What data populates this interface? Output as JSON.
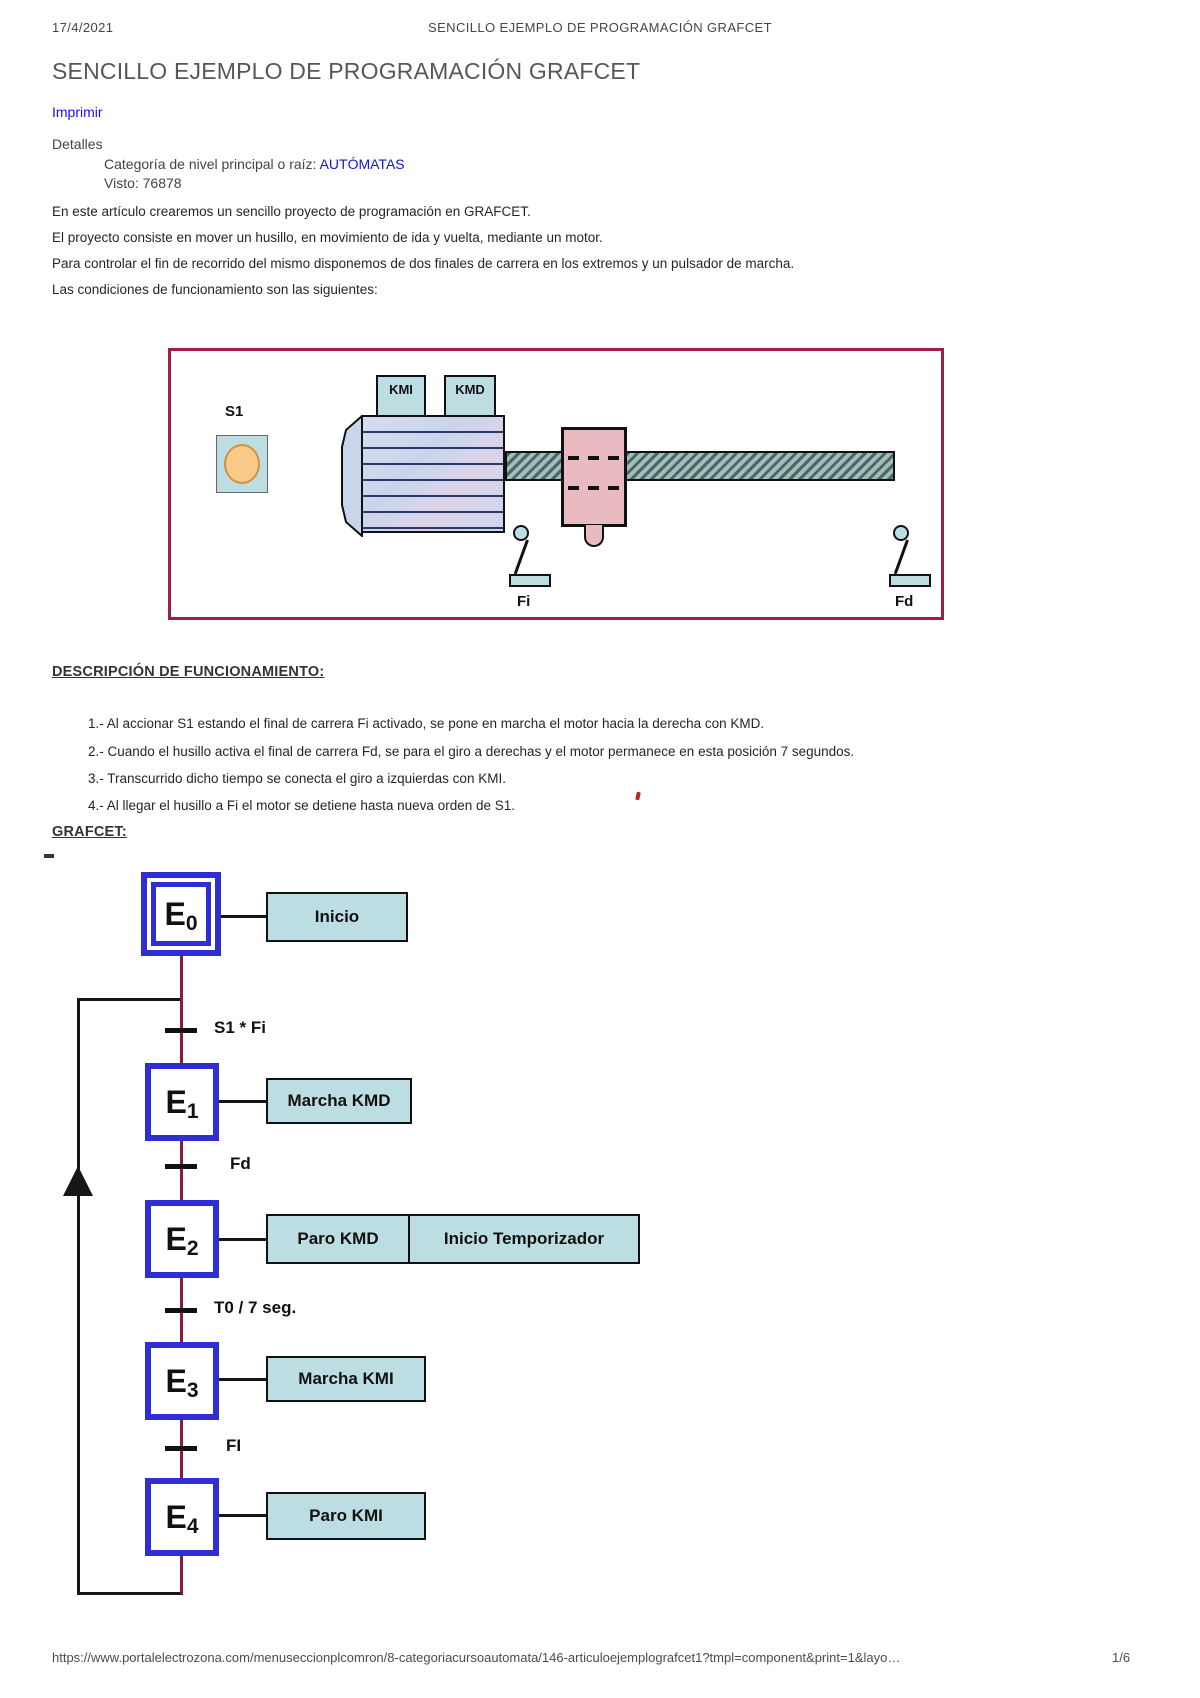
{
  "header": {
    "date": "17/4/2021",
    "doc_title": "SENCILLO EJEMPLO DE PROGRAMACIÓN GRAFCET"
  },
  "article": {
    "title": "SENCILLO EJEMPLO DE PROGRAMACIÓN GRAFCET",
    "print_link": "Imprimir",
    "details_label": "Detalles",
    "category_label": "Categoría de nivel principal o raíz: ",
    "category_value": "AUTÓMATAS",
    "views": "Visto: 76878",
    "paragraphs": [
      "En este artículo crearemos un sencillo proyecto de programación en GRAFCET.",
      "El proyecto consiste en mover un husillo, en movimiento de ida y vuelta, mediante un motor.",
      "Para controlar el fin de recorrido del mismo disponemos de dos finales de carrera en los extremos y un pulsador de marcha.",
      "Las condiciones de funcionamiento son las siguientes:"
    ],
    "description_heading": "DESCRIPCIÓN DE FUNCIONAMIENTO:",
    "steps": [
      "1.- Al accionar S1 estando el final de carrera Fi activado, se pone en marcha el motor hacia la derecha con KMD.",
      "2.- Cuando el husillo activa el final de carrera Fd, se para el giro a derechas y el motor permanece en esta posición 7 segundos.",
      "3.- Transcurrido dicho tiempo se conecta el giro a izquierdas con KMI.",
      "4.- Al llegar el husillo a Fi el motor se detiene hasta nueva orden de S1.",
      "GRAFCET:"
    ],
    "grafcet_heading": "GRAFCET:"
  },
  "machine": {
    "button": "S1",
    "contactor_left": "KMI",
    "contactor_right": "KMD",
    "limit_left": "Fi",
    "limit_right": "Fd"
  },
  "grafcet": {
    "states": [
      {
        "name": "E",
        "sub": "0",
        "actions": [
          "Inicio"
        ],
        "transition": "S1 * Fi"
      },
      {
        "name": "E",
        "sub": "1",
        "actions": [
          "Marcha KMD"
        ],
        "transition": "Fd"
      },
      {
        "name": "E",
        "sub": "2",
        "actions": [
          "Paro KMD",
          "Inicio Temporizador"
        ],
        "transition": "T0 / 7 seg."
      },
      {
        "name": "E",
        "sub": "3",
        "actions": [
          "Marcha KMI"
        ],
        "transition": "FI"
      },
      {
        "name": "E",
        "sub": "4",
        "actions": [
          "Paro KMI"
        ],
        "transition": ""
      }
    ]
  },
  "footer": {
    "url": "https://www.portalelectrozona.com/menuseccionplcomron/8-categoriacursoautomata/146-articuloejemplografcet1?tmpl=component&print=1&layo…",
    "page": "1/6"
  },
  "colors": {
    "link_blue": "#1812dc",
    "state_blue": "#2e2ed2",
    "connector_maroon": "#8d1a3d",
    "diagram_border": "#a21c48",
    "action_fill": "#bcdde2",
    "carriage_pink": "#e9bac0",
    "button_orange": "#f8c987"
  }
}
